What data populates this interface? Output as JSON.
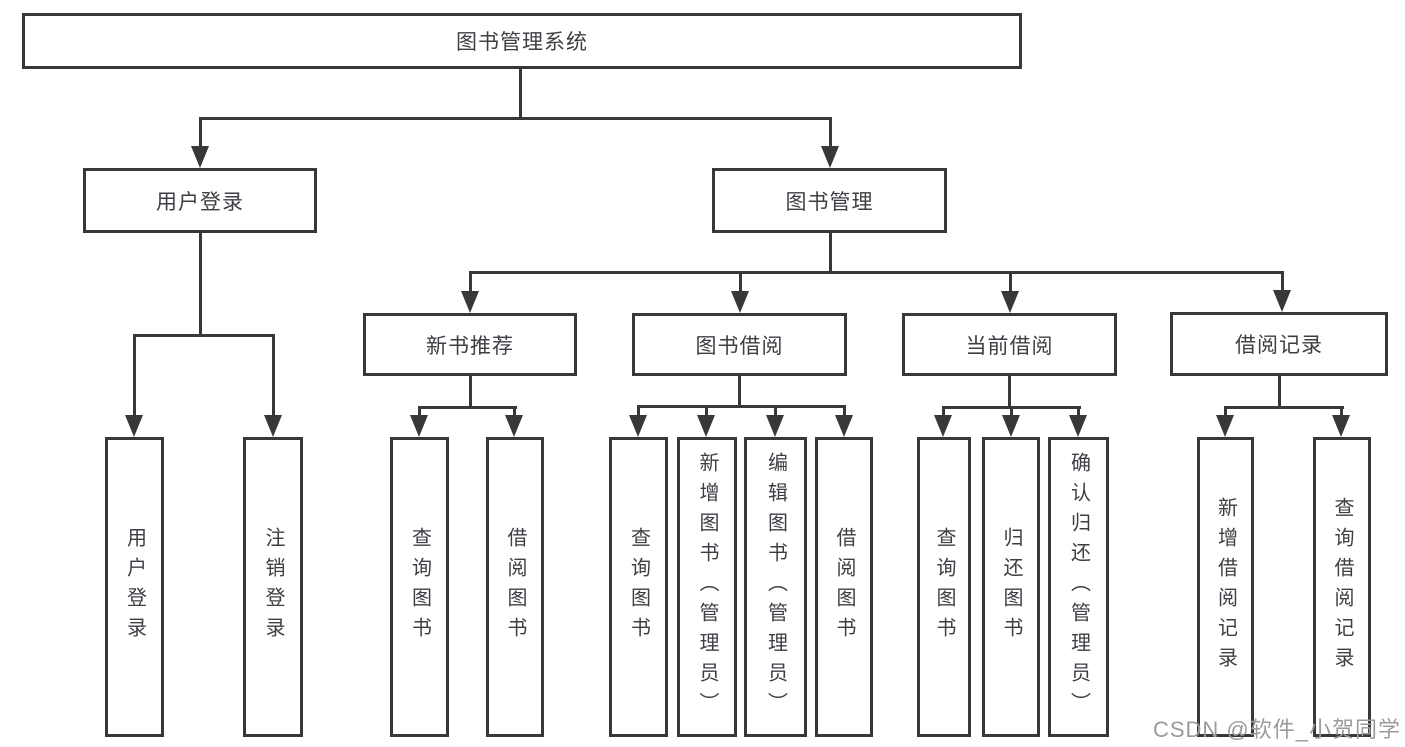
{
  "diagram": {
    "title": "图书管理系统",
    "watermark": "CSDN @软件_小贺同学",
    "colors": {
      "line": "#37383a",
      "text": "#3d3f44",
      "background": "#ffffff",
      "watermark": "#9b9b9b"
    },
    "nodes": {
      "root": {
        "label": "图书管理系统"
      },
      "user_login": {
        "label": "用户登录"
      },
      "book_management": {
        "label": "图书管理"
      },
      "new_book_recommend": {
        "label": "新书推荐"
      },
      "book_borrowing": {
        "label": "图书借阅"
      },
      "current_borrowing": {
        "label": "当前借阅"
      },
      "borrowing_records": {
        "label": "借阅记录"
      },
      "login_leaf": {
        "label": "用户登录"
      },
      "logout_leaf": {
        "label": "注销登录"
      },
      "recommend_query_books": {
        "label": "查询图书"
      },
      "recommend_borrow_books": {
        "label": "借阅图书"
      },
      "borrowing_query_books": {
        "label": "查询图书"
      },
      "borrowing_add_books": {
        "label": "新增图书（管理员）"
      },
      "borrowing_edit_books": {
        "label": "编辑图书（管理员）"
      },
      "borrowing_borrow_books": {
        "label": "借阅图书"
      },
      "current_query_books": {
        "label": "查询图书"
      },
      "current_return_books": {
        "label": "归还图书"
      },
      "current_confirm_return": {
        "label": "确认归还（管理员）"
      },
      "records_add_record": {
        "label": "新增借阅记录"
      },
      "records_query_record": {
        "label": "查询借阅记录"
      }
    }
  }
}
